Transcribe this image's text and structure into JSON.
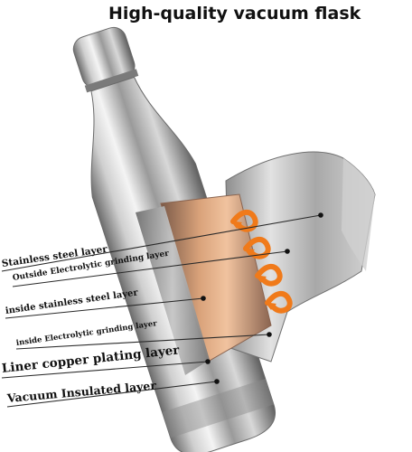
{
  "header": {
    "title": "High-quality vacuum flask"
  },
  "layers": [
    {
      "label": "Stainless steel layer"
    },
    {
      "label": "Outside Electrolytic grinding layer"
    },
    {
      "label": "inside stainless steel layer"
    },
    {
      "label": "inside Electrolytic grinding layer"
    },
    {
      "label": "Liner copper plating layer"
    },
    {
      "label": "Vacuum Insulated layer"
    }
  ],
  "colors": {
    "steel_light": "#e8e8e8",
    "steel_mid": "#b4b4b4",
    "steel_dark": "#5a5a5a",
    "copper": "#c98a5c",
    "heat_arrow": "#f07a1a",
    "text": "#111111"
  },
  "icons": {
    "heat": "wavy-arrow-icon"
  }
}
